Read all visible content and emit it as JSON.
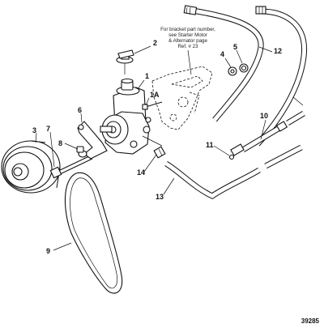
{
  "callouts": {
    "c1": "1",
    "c1a": "1A",
    "c2": "2",
    "c3": "3",
    "c4": "4",
    "c5": "5",
    "c6": "6",
    "c7": "7",
    "c8": "8",
    "c9": "9",
    "c10": "10",
    "c11": "11",
    "c12": "12",
    "c13": "13",
    "c14": "14"
  },
  "note": {
    "line1": "For bracket part number,",
    "line2": "see Starter Motor",
    "line3": "& Alternator page",
    "line4": "Ref. # 23"
  },
  "figure_number": "39285"
}
